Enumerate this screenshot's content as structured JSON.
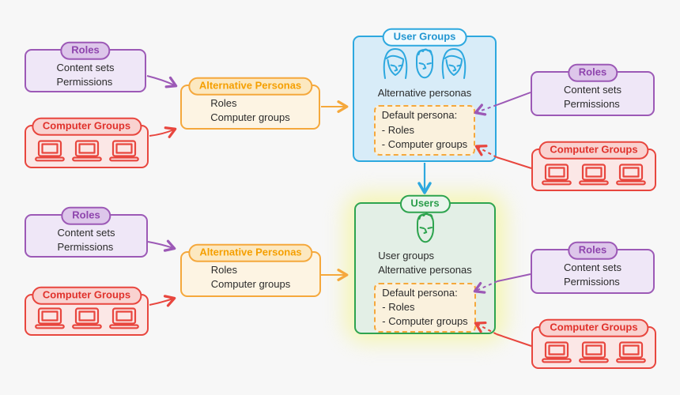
{
  "diagram": {
    "background": "#f7f7f7",
    "colors": {
      "purple": "#9c59b6",
      "red": "#e8463e",
      "orange": "#f5a83c",
      "blue": "#2da8df",
      "green": "#2ea44f",
      "glow_yellow": "#f3f48c",
      "persona_fill": "#faf1dd",
      "text": "#2b2b2b"
    },
    "top": {
      "roles_left": {
        "title": "Roles",
        "items": [
          "Content sets",
          "Permissions"
        ]
      },
      "computer_groups_left": {
        "title": "Computer Groups"
      },
      "alternative_personas": {
        "title": "Alternative Personas",
        "items": [
          "Roles",
          "Computer groups"
        ]
      },
      "user_groups": {
        "title": "User Groups",
        "subtitle": "Alternative personas",
        "default_persona": {
          "heading": "Default persona:",
          "items": [
            "- Roles",
            "- Computer groups"
          ]
        }
      },
      "roles_right": {
        "title": "Roles",
        "items": [
          "Content sets",
          "Permissions"
        ]
      },
      "computer_groups_right": {
        "title": "Computer Groups"
      }
    },
    "bottom": {
      "roles_left": {
        "title": "Roles",
        "items": [
          "Content sets",
          "Permissions"
        ]
      },
      "computer_groups_left": {
        "title": "Computer Groups"
      },
      "alternative_personas": {
        "title": "Alternative Personas",
        "items": [
          "Roles",
          "Computer groups"
        ]
      },
      "users": {
        "title": "Users",
        "items": [
          "User groups",
          "Alternative personas"
        ],
        "default_persona": {
          "heading": "Default persona:",
          "items": [
            "- Roles",
            "- Computer groups"
          ]
        }
      },
      "roles_right": {
        "title": "Roles",
        "items": [
          "Content sets",
          "Permissions"
        ]
      },
      "computer_groups_right": {
        "title": "Computer Groups"
      }
    }
  }
}
